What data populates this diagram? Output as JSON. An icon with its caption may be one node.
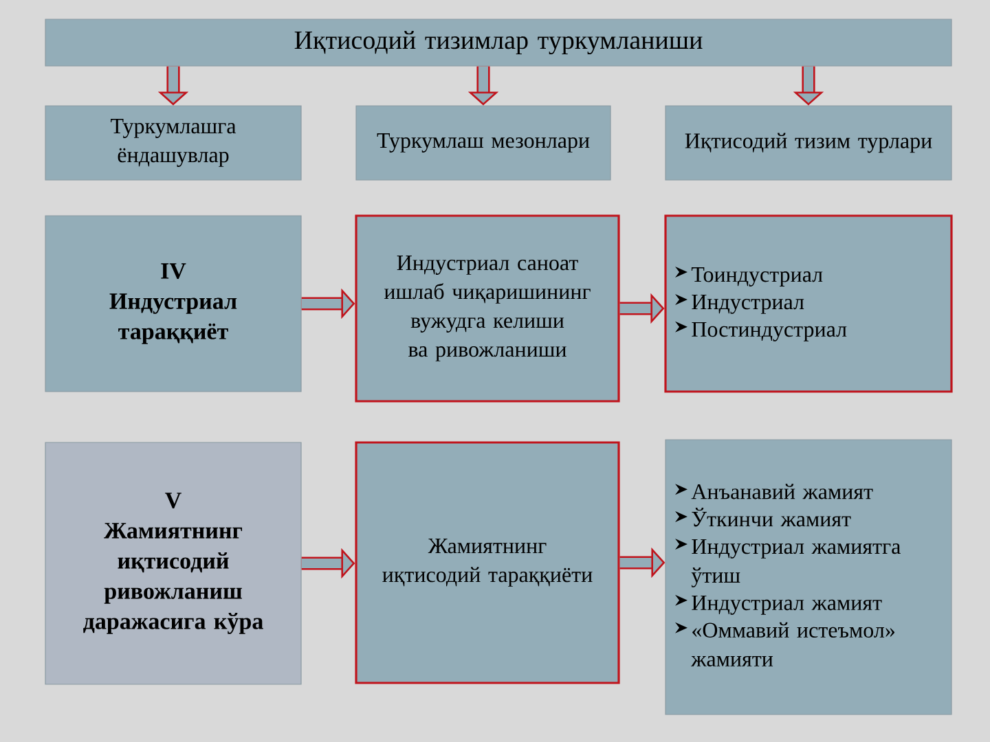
{
  "diagram": {
    "nodes": [
      {
        "text": [
          "Иқтисодий тизимлар туркумланиши"
        ]
      },
      {
        "text": [
          "Туркумлашга ёндашувлар"
        ]
      },
      {
        "text": [
          "Туркумлаш мезонлари"
        ]
      },
      {
        "text": [
          "Иқтисодий тизим турлари"
        ]
      },
      {
        "text": [
          "IV",
          "Индустриал тараққиёт"
        ]
      },
      {
        "text": [
          "Индустриал саноат ишлаб чиқаришининг вужудга келиши ва ривожланиши"
        ]
      },
      {
        "text": [
          "Тоиндустриал",
          "Индустриал",
          "Постиндустриал"
        ]
      },
      {
        "text": [
          "V",
          "Жамиятнинг иқтисодий ривожланиш даражасига кўра"
        ]
      },
      {
        "text": [
          "Жамиятнинг иқтисодий тараққиёти"
        ]
      },
      {
        "text": [
          "Анъанавий жамият",
          "Ўткинчи жамият",
          "Индустриал жамиятга ўтиш",
          "Индустриал жамият",
          "«Оммавий истеъмол» жамияти"
        ]
      }
    ],
    "edges": [
      {
        "from": 0,
        "to": 1,
        "arrow": "to"
      },
      {
        "from": 0,
        "to": 2,
        "arrow": "to"
      },
      {
        "from": 0,
        "to": 3,
        "arrow": "to"
      },
      {
        "from": 4,
        "to": 5,
        "arrow": "to"
      },
      {
        "from": 5,
        "to": 6,
        "arrow": "to"
      },
      {
        "from": 7,
        "to": 8,
        "arrow": "to"
      },
      {
        "from": 8,
        "to": 9,
        "arrow": "to"
      }
    ]
  }
}
